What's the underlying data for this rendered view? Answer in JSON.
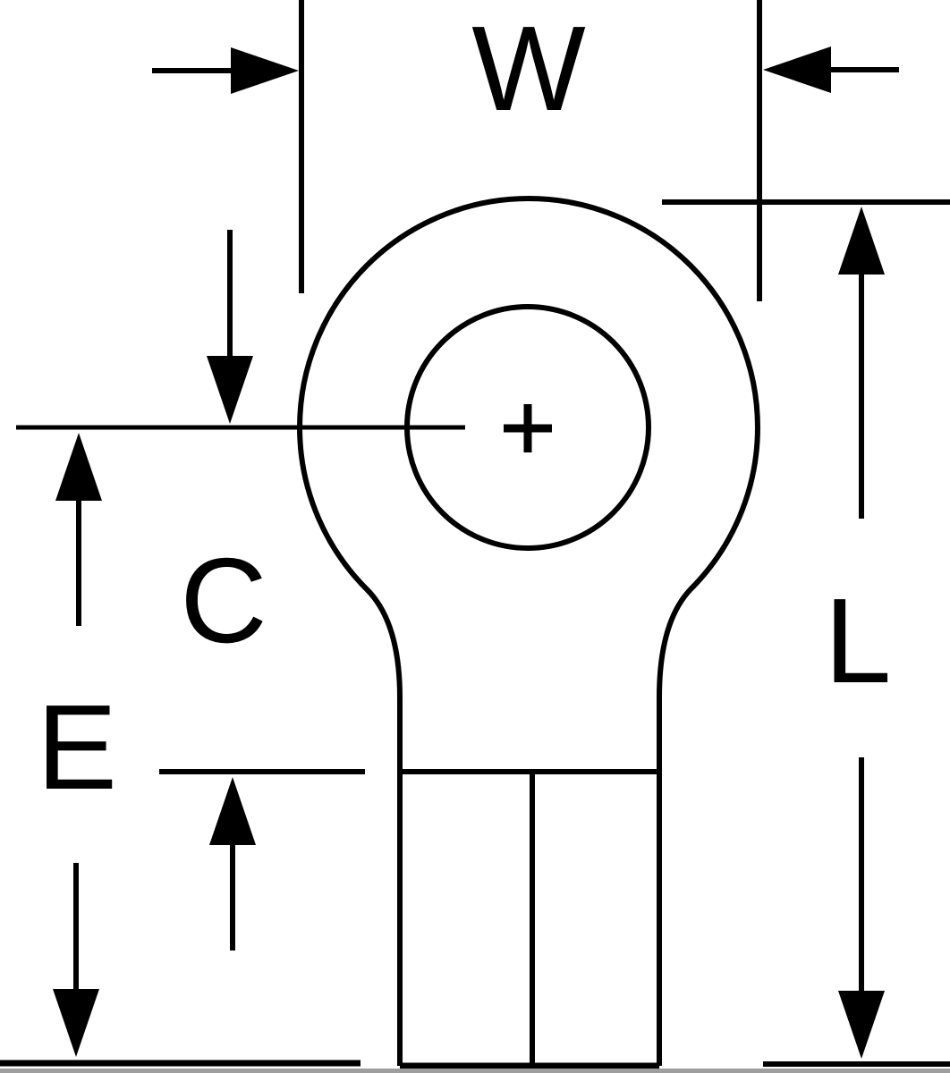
{
  "figure": {
    "kind": "dimension-diagram",
    "labels": {
      "w": {
        "text": "W"
      },
      "c": {
        "text": "C"
      },
      "e": {
        "text": "E"
      },
      "l": {
        "text": "L"
      }
    },
    "colors": {
      "ink": "#000000",
      "background": "#ffffff",
      "bottom_edge_strip": "#9e9e9e"
    }
  }
}
